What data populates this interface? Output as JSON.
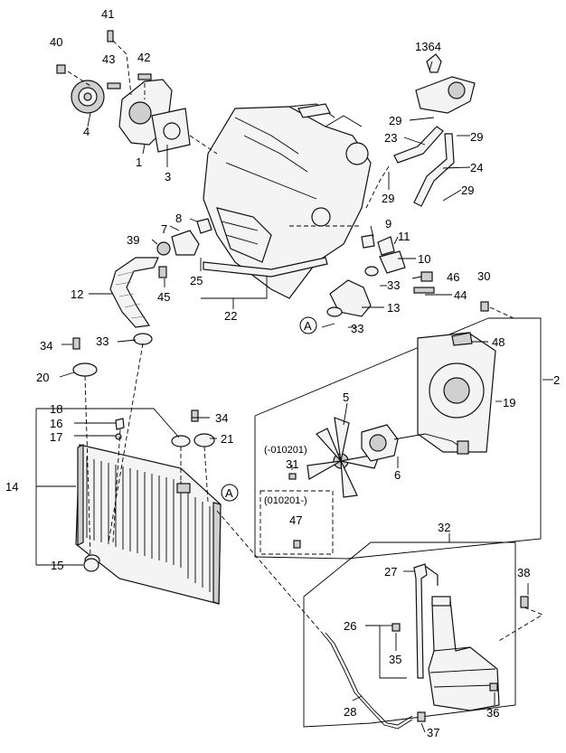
{
  "diagram": {
    "labels": {
      "n1": "1",
      "n2": "2",
      "n3": "3",
      "n4": "4",
      "n5": "5",
      "n6": "6",
      "n7": "7",
      "n8": "8",
      "n9": "9",
      "n10": "10",
      "n11": "11",
      "n12": "12",
      "n13": "13",
      "n14": "14",
      "n15": "15",
      "n16": "16",
      "n17": "17",
      "n18": "18",
      "n19": "19",
      "n20": "20",
      "n21": "21",
      "n22": "22",
      "n23": "23",
      "n24": "24",
      "n25": "25",
      "n26": "26",
      "n27": "27",
      "n28": "28",
      "n29a": "29",
      "n29b": "29",
      "n29c": "29",
      "n29d": "29",
      "n30": "30",
      "n31": "31",
      "n32": "32",
      "n33a": "33",
      "n33b": "33",
      "n33c": "33",
      "n34a": "34",
      "n34b": "34",
      "n35": "35",
      "n36": "36",
      "n37": "37",
      "n38": "38",
      "n39": "39",
      "n40": "40",
      "n41": "41",
      "n42": "42",
      "n43": "43",
      "n44": "44",
      "n45": "45",
      "n46": "46",
      "n47": "47",
      "n48": "48",
      "n1364": "1364",
      "refA1": "A",
      "refA2": "A",
      "variant_before": "(-010201)",
      "variant_after": "(010201-)"
    }
  }
}
